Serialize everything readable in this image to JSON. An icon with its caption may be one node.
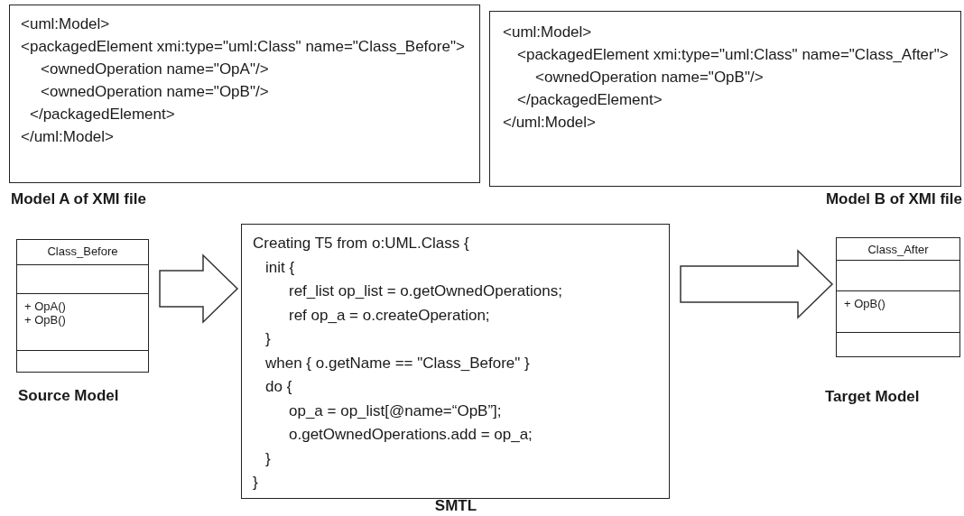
{
  "diagram": {
    "nodes": [
      {
        "text": [
          "<uml:Model>",
          "<packagedElement xmi:type=\"uml:Class\" name=\"Class_Before\">",
          "<ownedOperation name=\"OpA\"/>",
          "<ownedOperation name=\"OpB\"/>",
          "</packagedElement>",
          "</uml:Model>"
        ],
        "beside": [
          "Model A of XMI file"
        ]
      },
      {
        "text": [
          "<uml:Model>",
          "<packagedElement xmi:type=\"uml:Class\" name=\"Class_After\">",
          "<ownedOperation name=\"OpB\"/>",
          "</packagedElement>",
          "</uml:Model>"
        ],
        "beside": [
          "Model B of XMI file"
        ]
      },
      {
        "text": [
          "Class_Before",
          "+ OpA()",
          "+ OpB()"
        ],
        "beside": [
          "Source Model"
        ]
      },
      {
        "text": [
          "Creating T5 from o:UML.Class {",
          "init {",
          "ref_list op_list = o.getOwnedOperations;",
          "ref op_a = o.createOperation;",
          "}",
          "when { o.getName == \"Class_Before\" }",
          "do {",
          "op_a = op_list[@name=“OpB”];",
          "o.getOwnedOperations.add = op_a;",
          "}",
          "}"
        ],
        "beside": [
          "SMTL"
        ]
      },
      {
        "text": [
          "Class_After",
          "+ OpB()"
        ],
        "beside": [
          "Target Model"
        ]
      }
    ],
    "edges": [
      {
        "from": 2,
        "to": 3,
        "arrow": "to"
      },
      {
        "from": 3,
        "to": 4,
        "arrow": "to"
      }
    ]
  }
}
